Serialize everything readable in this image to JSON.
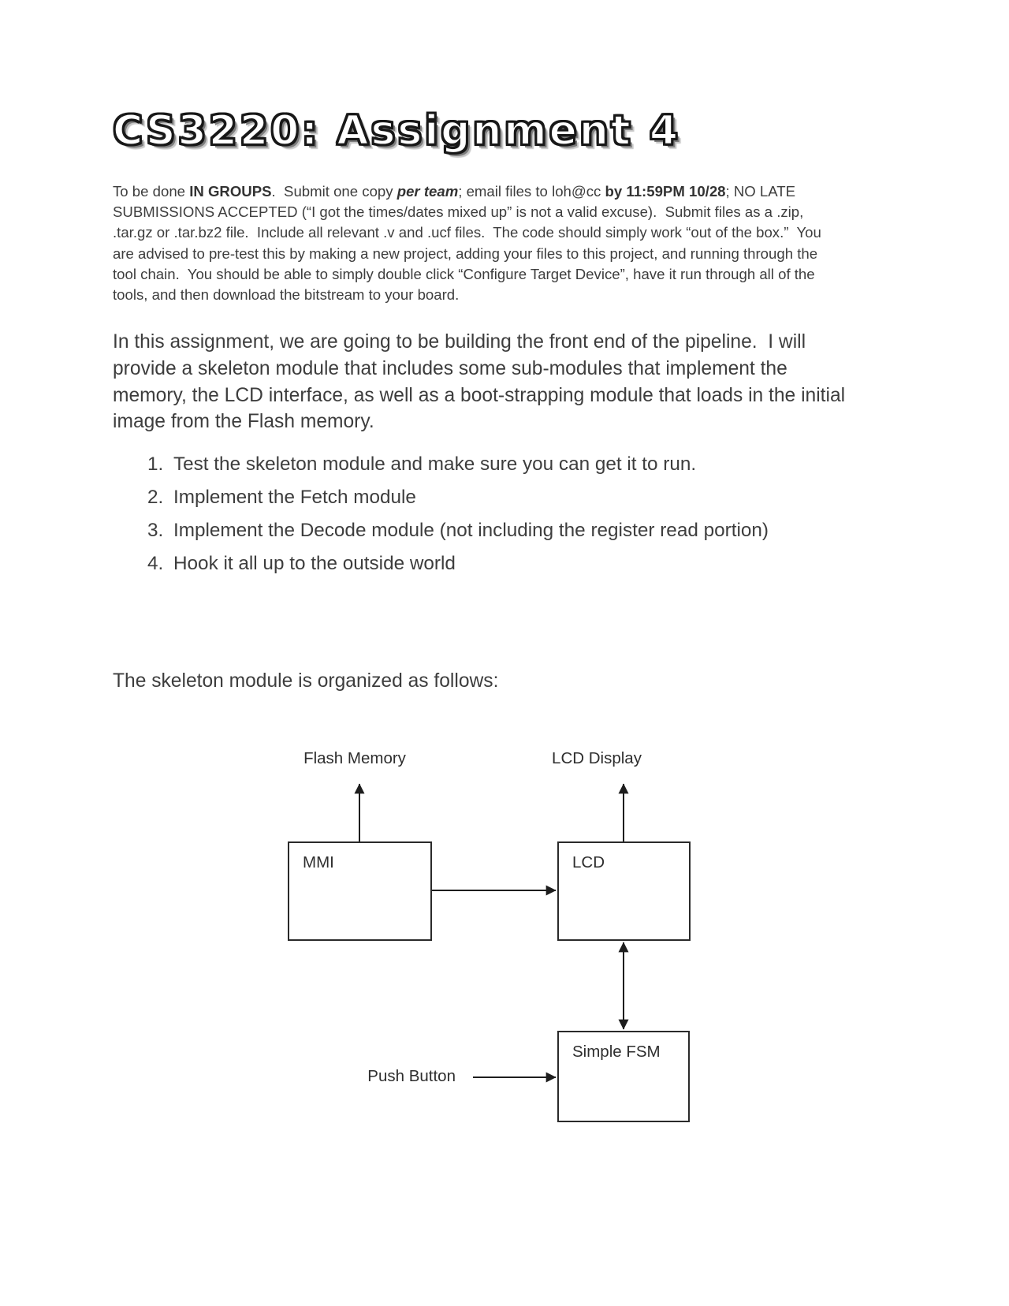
{
  "page": {
    "title": "CS3220: Assignment 4"
  },
  "colors": {
    "ink": "#3d3d3d",
    "diagram_line": "#1d1d1d",
    "background": "#ffffff"
  },
  "intro": {
    "segments": [
      {
        "text": "To be done "
      },
      {
        "text": "IN GROUPS",
        "bold": true
      },
      {
        "text": ".  Submit one copy "
      },
      {
        "text": "per team",
        "bold": true,
        "italic": true
      },
      {
        "text": "; email files to loh@cc "
      },
      {
        "text": "by 11:59PM 10/28",
        "bold": true
      },
      {
        "text": "; NO LATE SUBMISSIONS ACCEPTED (“I got the times/dates mixed up” is not a valid excuse).  Submit files as a .zip, .tar.gz or .tar.bz2 file.  Include all relevant .v and .ucf files.  The code should simply work “out of the box.”  You are advised to pre-test this by making a new project, adding your files to this project, and running through the tool chain.  You should be able to simply double click “Configure Target Device”, have it run through all of the tools, and then download the bitstream to your board."
      }
    ]
  },
  "body": {
    "paragraph": "In this assignment, we are going to be building the front end of the pipeline.  I will provide a skeleton module that includes some sub-modules that implement the memory, the LCD interface, as well as a boot-strapping module that loads in the initial image from the Flash memory.",
    "tasks": [
      "Test the skeleton module and make sure you can get it to run.",
      "Implement the Fetch module",
      "Implement the Decode module (not including the register read portion)",
      "Hook it all up to the outside world"
    ],
    "diagram_intro": "The skeleton module is organized as follows:"
  },
  "diagram": {
    "labels": {
      "flash_memory": "Flash Memory",
      "lcd_display": "LCD Display",
      "mmi": "MMI",
      "lcd": "LCD",
      "simple_fsm": "Simple FSM",
      "push_button": "Push Button"
    }
  }
}
